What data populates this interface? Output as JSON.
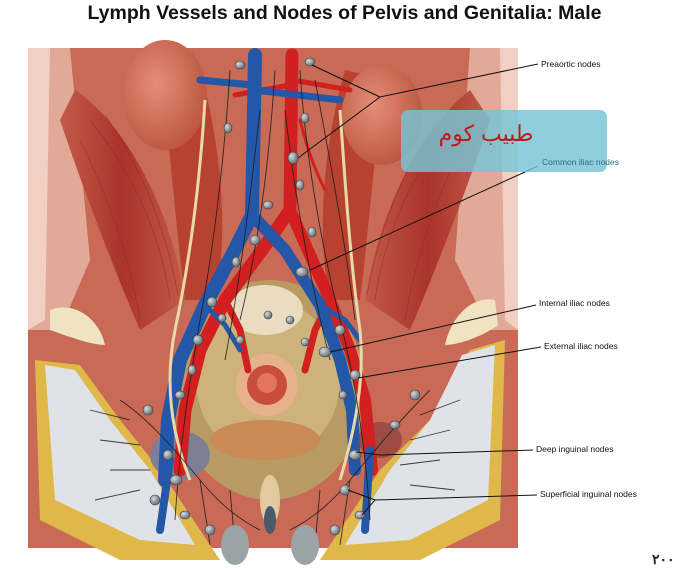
{
  "title": "Lymph Vessels and Nodes of Pelvis and Genitalia: Male",
  "labels": {
    "preaortic": "Preaortic nodes",
    "common_iliac": "Common iliac nodes",
    "internal_iliac": "Internal iliac nodes",
    "external_iliac": "External iliac nodes",
    "deep_inguinal": "Deep inguinal nodes",
    "superficial_inguinal": "Superficial inguinal nodes"
  },
  "watermark": {
    "text": "طبيب كوم"
  },
  "page_mark": "۲۰۰",
  "colors": {
    "muscle": "#b33a2c",
    "artery": "#d21f1f",
    "vein": "#2457a8",
    "lymph_node": "#8a9298",
    "bone": "#e9dcc0",
    "fat": "#e0b84a",
    "watermark_box": "#76c4d6"
  }
}
